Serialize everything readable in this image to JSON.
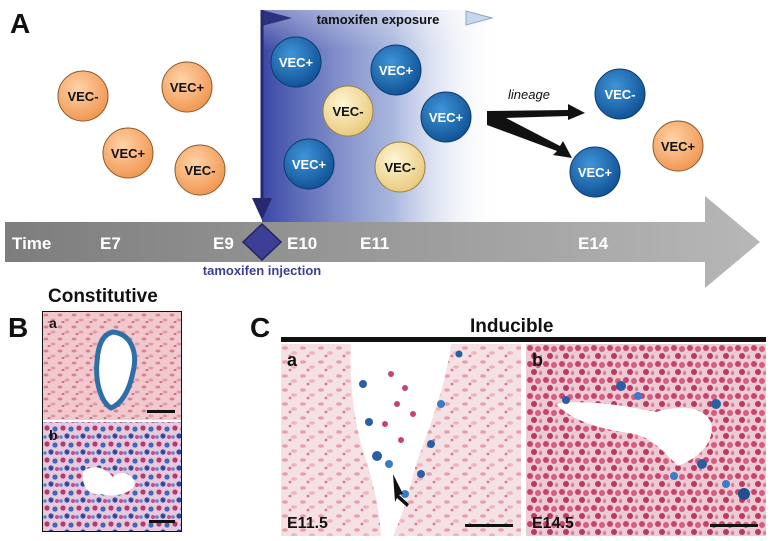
{
  "panels": {
    "a_letter": "A",
    "b_letter": "B",
    "c_letter": "C"
  },
  "panel_a": {
    "exposure_label": "tamoxifen exposure",
    "injection_label": "tamoxifen injection",
    "lineage_label": "lineage",
    "timeline": {
      "time_label": "Time",
      "ticks": [
        "E7",
        "E9",
        "E10",
        "E11",
        "E14"
      ]
    },
    "cells_before": [
      {
        "label": "VEC-",
        "type": "orange"
      },
      {
        "label": "VEC+",
        "type": "orange"
      },
      {
        "label": "VEC+",
        "type": "orange"
      },
      {
        "label": "VEC-",
        "type": "orange"
      }
    ],
    "cells_exposure": [
      {
        "label": "VEC+",
        "type": "blue"
      },
      {
        "label": "VEC+",
        "type": "blue"
      },
      {
        "label": "VEC-",
        "type": "cream"
      },
      {
        "label": "VEC+",
        "type": "blue"
      },
      {
        "label": "VEC+",
        "type": "blue"
      },
      {
        "label": "VEC-",
        "type": "cream"
      }
    ],
    "cells_after": [
      {
        "label": "VEC-",
        "type": "blue"
      },
      {
        "label": "VEC+",
        "type": "blue"
      },
      {
        "label": "VEC+",
        "type": "orange"
      }
    ],
    "colors": {
      "orange": "#f5a86a",
      "blue": "#1a6fb5",
      "cream": "#f3dfa2",
      "exposure": "#3a48a6",
      "timeline": "#8c8c8c",
      "diamond": "#3d3f96"
    }
  },
  "panel_b": {
    "title": "Constitutive",
    "sub_a": "a",
    "sub_b": "b"
  },
  "panel_c": {
    "title": "Inducible",
    "sub_a": "a",
    "sub_b": "b",
    "stage_a": "E11.5",
    "stage_b": "E14.5"
  }
}
